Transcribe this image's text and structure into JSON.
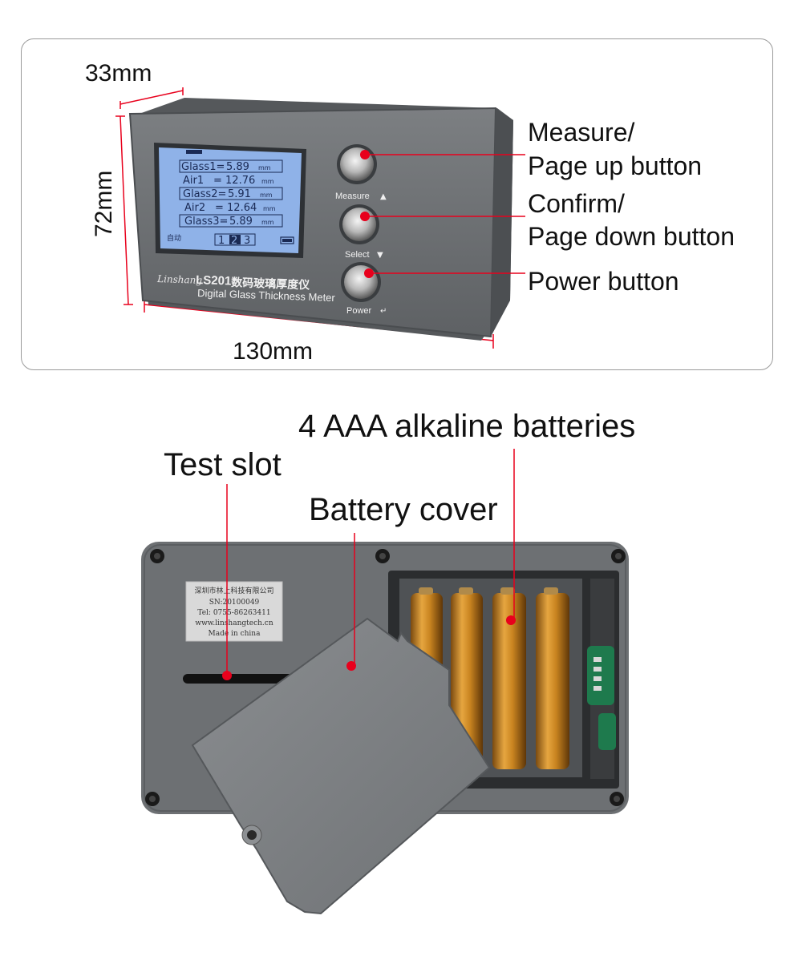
{
  "top_panel": {
    "dimensions": {
      "depth": "33mm",
      "height": "72mm",
      "width": "130mm"
    },
    "device": {
      "brand": "Linshang",
      "model": "LS201",
      "name_cn": "数码玻璃厚度仪",
      "name_en": "Digital Glass Thickness Meter",
      "screen": {
        "rows": [
          {
            "label": "Glass1=",
            "value": "5.89",
            "unit": "mm"
          },
          {
            "label": "Air1",
            "value": "= 12.76",
            "unit": "mm"
          },
          {
            "label": "Glass2=",
            "value": "5.91",
            "unit": "mm"
          },
          {
            "label": "Air2",
            "value": "= 12.64",
            "unit": "mm"
          },
          {
            "label": "Glass3=",
            "value": "5.89",
            "unit": "mm"
          }
        ],
        "mode": "自动",
        "pages": [
          "1",
          "2",
          "3"
        ]
      },
      "buttons": [
        {
          "caption": "Measure",
          "symbol": "▲"
        },
        {
          "caption": "Select",
          "symbol": "▼"
        },
        {
          "caption": "Power",
          "symbol": "↵"
        }
      ]
    },
    "callouts": {
      "measure_line1": "Measure/",
      "measure_line2": "Page up button",
      "confirm_line1": "Confirm/",
      "confirm_line2": "Page down button",
      "power": "Power button"
    }
  },
  "bottom_panel": {
    "callouts": {
      "batteries": "4 AAA alkaline batteries",
      "test_slot": "Test slot",
      "battery_cover": "Battery cover"
    },
    "label_plate": [
      "深圳市林上科技有限公司",
      "SN:20100049",
      "Tel: 0755-86263411",
      "www.linshangtech.cn",
      "Made in china"
    ]
  },
  "colors": {
    "marker": "#e8001c",
    "device": "#6d7073",
    "lcd": "#8fb2e8"
  }
}
